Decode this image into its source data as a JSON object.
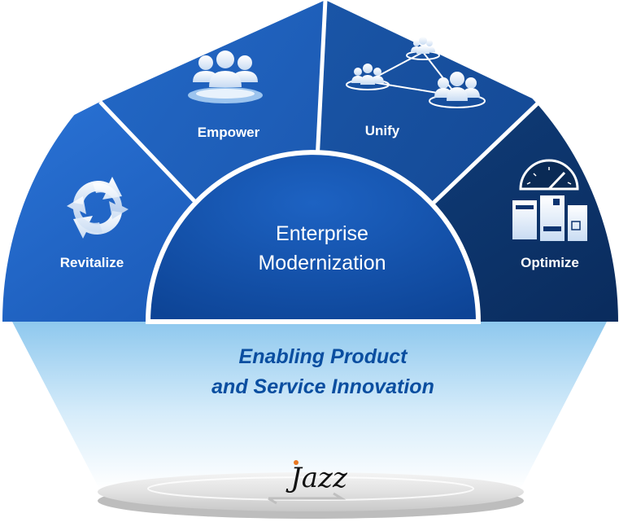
{
  "segments": {
    "revitalize": {
      "label": "Revitalize",
      "icon": "cycle-arrows-icon"
    },
    "empower": {
      "label": "Empower",
      "icon": "people-group-icon"
    },
    "unify": {
      "label": "Unify",
      "icon": "connected-teams-icon"
    },
    "optimize": {
      "label": "Optimize",
      "icon": "dashboard-servers-icon"
    }
  },
  "center": {
    "line1": "Enterprise",
    "line2": "Modernization"
  },
  "tagline": {
    "line1": "Enabling Product",
    "line2": "and Service Innovation"
  },
  "logo": {
    "text": "Jazz"
  },
  "colors": {
    "revitalize": "#1b5fc4",
    "empower": "#1d5cb9",
    "unify": "#154c9c",
    "optimize": "#0c3470",
    "center": "#1150ad",
    "tagline": "#0a4ea0",
    "divider": "#ffffff",
    "beam_top": "#8ec8ee",
    "beam_bottom": "#ffffff"
  }
}
